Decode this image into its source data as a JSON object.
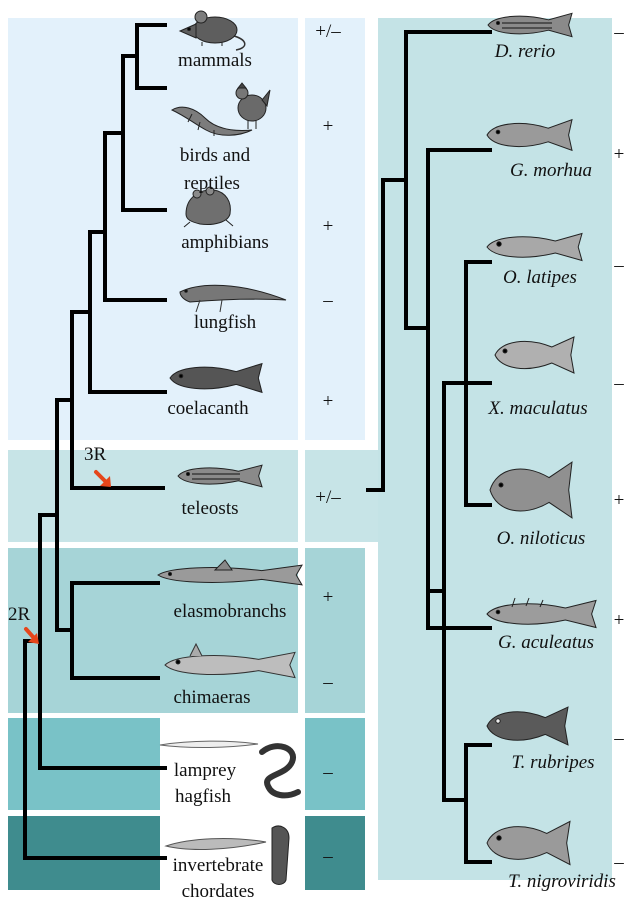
{
  "colors": {
    "tree_line": "#000000",
    "duplication_arrow": "#e5461b",
    "band_tetrapods_coelacanth": "#e3f1fb",
    "band_teleosts": "#c7e4e7",
    "band_chondrichthyes": "#a6d4d7",
    "band_cyclostomes": "#79c2c7",
    "band_invertebrate_chordates": "#3f8c8e",
    "band_teleost_species": "#c4e3e6"
  },
  "left_tree": {
    "taxa": [
      {
        "label_lines": [
          "mammals"
        ],
        "sign": "+/–",
        "illustration": "mouse"
      },
      {
        "label_lines": [
          "birds and",
          "reptiles"
        ],
        "sign": "+",
        "illustration": "lizard-and-chicken"
      },
      {
        "label_lines": [
          "amphibians"
        ],
        "sign": "+",
        "illustration": "frog"
      },
      {
        "label_lines": [
          "lungfish"
        ],
        "sign": "–",
        "illustration": "lungfish"
      },
      {
        "label_lines": [
          "coelacanth"
        ],
        "sign": "+",
        "illustration": "coelacanth"
      },
      {
        "label_lines": [
          "teleosts"
        ],
        "sign": "+/–",
        "illustration": "zebrafish"
      },
      {
        "label_lines": [
          "elasmobranchs"
        ],
        "sign": "+",
        "illustration": "shark"
      },
      {
        "label_lines": [
          "chimaeras"
        ],
        "sign": "–",
        "illustration": "chimaera"
      },
      {
        "label_lines": [
          "lamprey",
          "hagfish"
        ],
        "sign": "–",
        "illustration": "lamprey-and-hagfish"
      },
      {
        "label_lines": [
          "invertebrate",
          "chordates"
        ],
        "sign": "–",
        "illustration": "lancelet-and-tunicate"
      }
    ]
  },
  "duplication_events": [
    {
      "label": "3R"
    },
    {
      "label": "2R"
    }
  ],
  "right_tree": {
    "species": [
      {
        "name": "D. rerio",
        "sign": "–",
        "illustration": "zebrafish"
      },
      {
        "name": "G. morhua",
        "sign": "+",
        "illustration": "cod"
      },
      {
        "name": "O. latipes",
        "sign": "–",
        "illustration": "medaka"
      },
      {
        "name": "X. maculatus",
        "sign": "–",
        "illustration": "platyfish"
      },
      {
        "name": "O. niloticus",
        "sign": "+",
        "illustration": "tilapia"
      },
      {
        "name": "G. aculeatus",
        "sign": "+",
        "illustration": "stickleback"
      },
      {
        "name": "T. rubripes",
        "sign": "–",
        "illustration": "fugu"
      },
      {
        "name": "T. nigroviridis",
        "sign": "–",
        "illustration": "pufferfish"
      }
    ]
  }
}
